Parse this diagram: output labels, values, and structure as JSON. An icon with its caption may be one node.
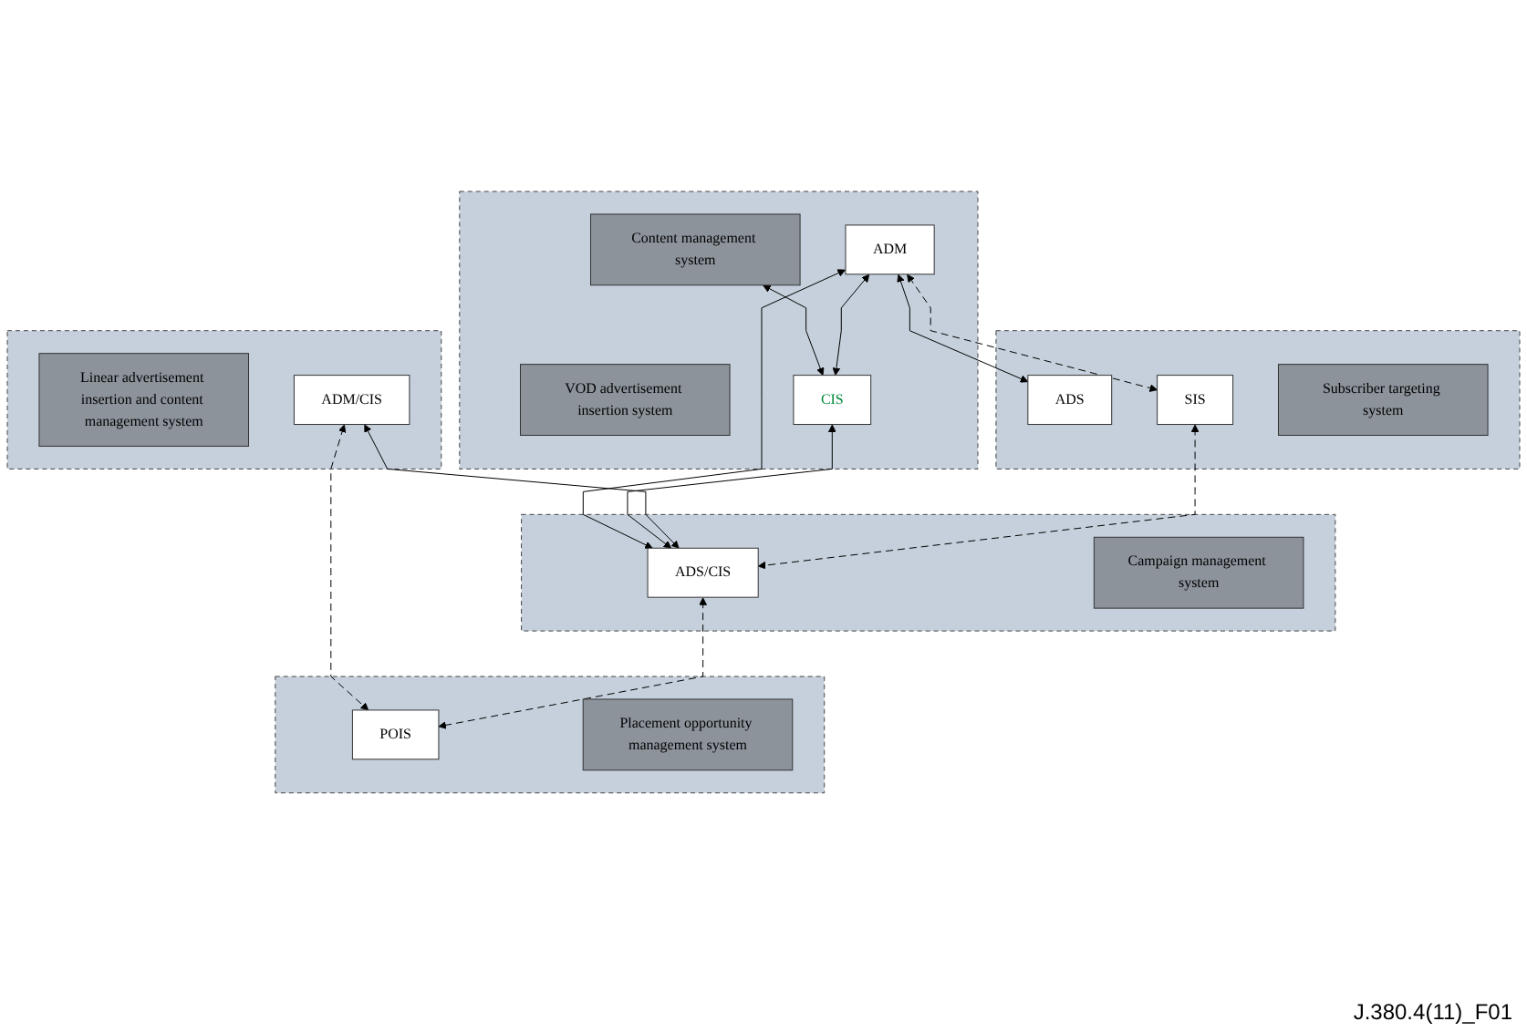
{
  "diagram": {
    "nodes": [
      {
        "text": [],
        "shape": "box"
      },
      {
        "text": [
          "VOD advertisement insertion system"
        ],
        "in": 0
      },
      {
        "text": [
          "Content management system"
        ],
        "in": 0
      },
      {
        "text": [
          "ADM"
        ],
        "in": 0
      },
      {
        "text": [
          "CIS"
        ],
        "in": 0
      },
      {
        "text": [],
        "shape": "box"
      },
      {
        "text": [
          "Linear advertisement insertion and content management system"
        ],
        "in": 5
      },
      {
        "text": [
          "ADM/CIS"
        ],
        "in": 5
      },
      {
        "text": [],
        "shape": "box"
      },
      {
        "text": [
          "ADS"
        ],
        "in": 8
      },
      {
        "text": [
          "SIS"
        ],
        "in": 8
      },
      {
        "text": [
          "Subscriber targeting system"
        ],
        "in": 8
      },
      {
        "text": [],
        "shape": "box"
      },
      {
        "text": [
          "ADS/CIS"
        ],
        "in": 12
      },
      {
        "text": [
          "Campaign management system"
        ],
        "in": 12
      },
      {
        "text": [],
        "shape": "box"
      },
      {
        "text": [
          "POIS"
        ],
        "in": 15
      },
      {
        "text": [
          "Placement opportunity management system"
        ],
        "in": 15
      }
    ],
    "edges": [
      {
        "from": 2,
        "to": 4,
        "arrow": "both"
      },
      {
        "from": 3,
        "to": 4,
        "arrow": "both"
      },
      {
        "from": 3,
        "to": 9,
        "arrow": "both"
      },
      {
        "from": 3,
        "to": 10,
        "arrow": "both",
        "style": "dashed"
      },
      {
        "from": 3,
        "to": 13,
        "arrow": "both"
      },
      {
        "from": 4,
        "to": 13,
        "arrow": "both"
      },
      {
        "from": 7,
        "to": 13,
        "arrow": "both"
      },
      {
        "from": 7,
        "to": 16,
        "arrow": "both",
        "style": "dashed"
      },
      {
        "from": 10,
        "to": 13,
        "arrow": "both",
        "style": "dashed"
      },
      {
        "from": 13,
        "to": 16,
        "arrow": "both",
        "style": "dashed"
      }
    ],
    "labels": [
      "J.380.4(11)_F01"
    ]
  }
}
